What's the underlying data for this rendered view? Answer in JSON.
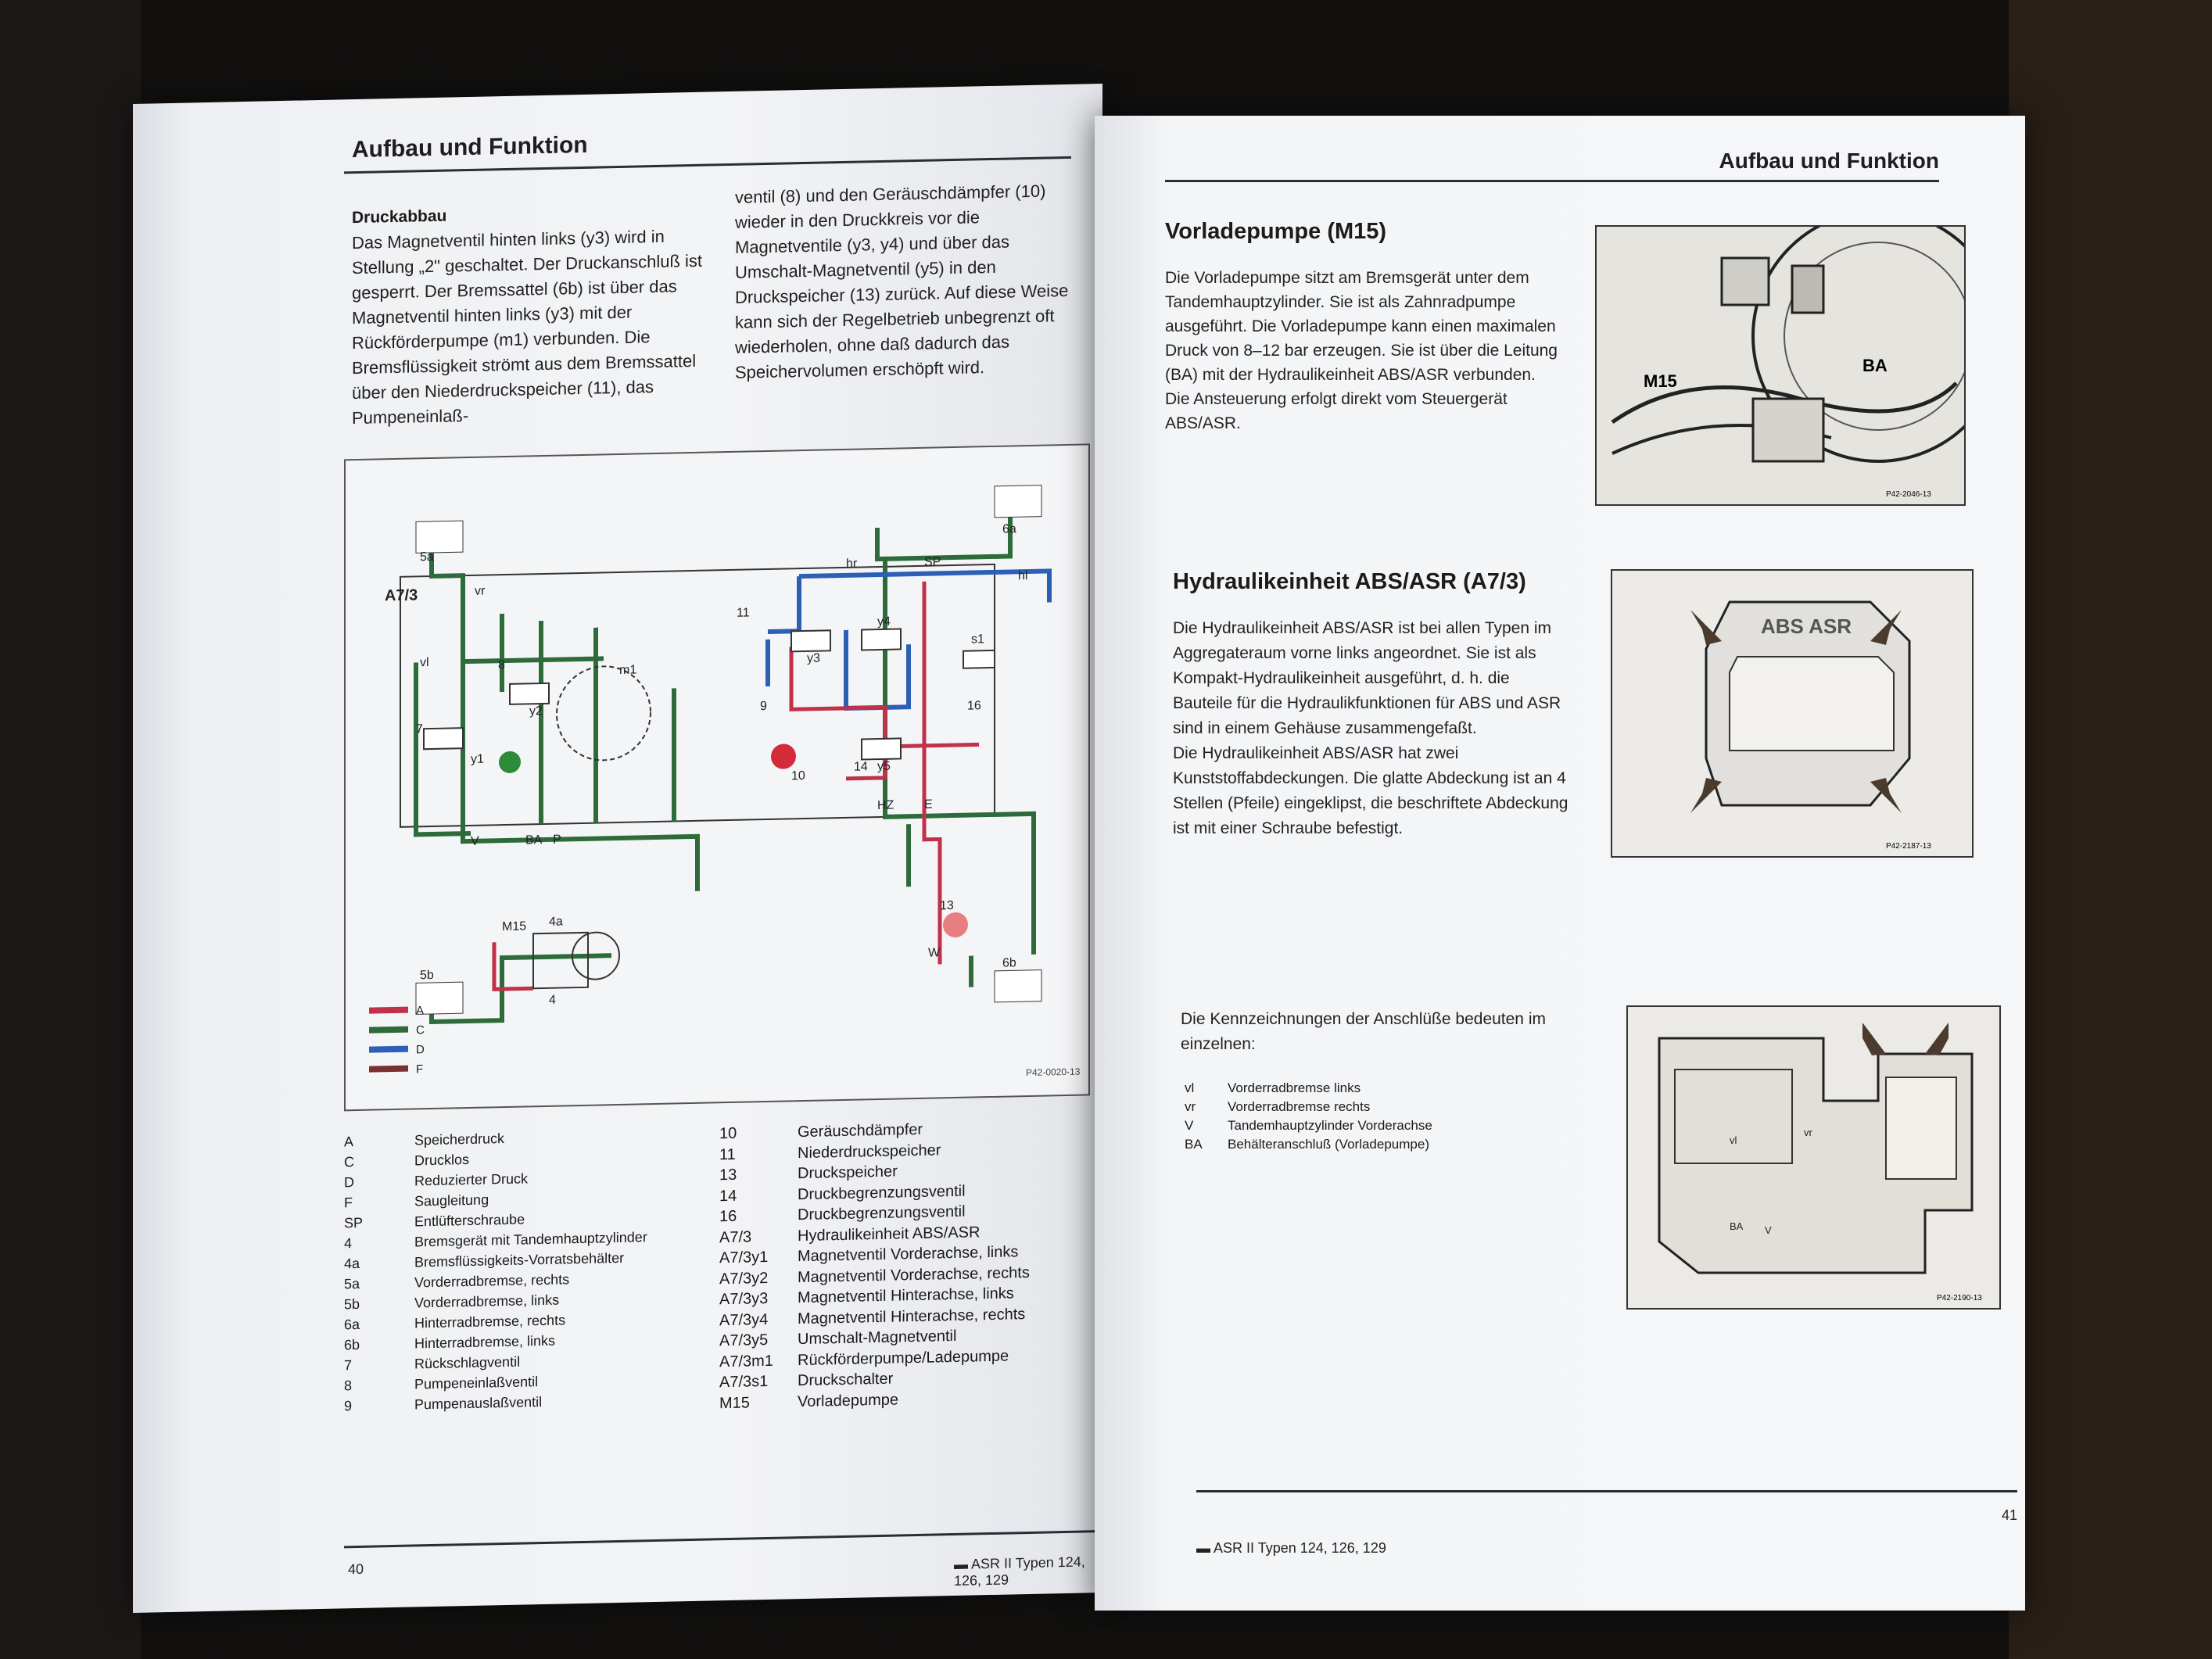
{
  "left_page": {
    "header": "Aufbau und Funktion",
    "section_title": "Druckabbau",
    "col1_text": "Das Magnetventil hinten links (y3) wird in Stellung „2\" geschaltet. Der Druckanschluß ist gesperrt. Der Bremssattel (6b) ist über das Magnetventil hinten links (y3) mit der Rückförderpumpe (m1) verbunden. Die Bremsflüssigkeit strömt aus dem Bremssattel über den Niederdruckspeicher (11), das Pumpeneinlaß-",
    "col2_text": "ventil (8) und den Geräuschdämpfer (10) wieder in den Druckkreis vor die Magnetventile (y3, y4) und über das Umschalt-Magnetventil (y5) in den Druckspeicher (13) zurück. Auf diese Weise kann sich der Regelbetrieb unbegrenzt oft wiederholen, ohne daß dadurch das Speichervolumen erschöpft wird.",
    "diagram": {
      "labels": [
        "5a",
        "6a",
        "A7/3",
        "vr",
        "hr",
        "SP",
        "hl",
        "vl",
        "y1",
        "y2",
        "y3",
        "y4",
        "y5",
        "m1",
        "s1",
        "7",
        "8",
        "9",
        "10",
        "11",
        "14",
        "16",
        "V",
        "BA",
        "P",
        "HZ",
        "E",
        "M15",
        "4a",
        "4",
        "5b",
        "6b",
        "13",
        "W"
      ],
      "ref_code": "P42-0020-13",
      "line_legend": [
        {
          "key": "A",
          "color": "#c0314a"
        },
        {
          "key": "C",
          "color": "#2e6b3a"
        },
        {
          "key": "D",
          "color": "#2c5fb5"
        },
        {
          "key": "F",
          "color": "#7a3030"
        }
      ]
    },
    "legend_col1": [
      {
        "k": "A",
        "v": "Speicherdruck"
      },
      {
        "k": "C",
        "v": "Drucklos"
      },
      {
        "k": "D",
        "v": "Reduzierter Druck"
      },
      {
        "k": "F",
        "v": "Saugleitung"
      },
      {
        "k": "SP",
        "v": "Entlüfterschraube"
      },
      {
        "k": "4",
        "v": "Bremsgerät mit Tandemhauptzylinder"
      },
      {
        "k": "4a",
        "v": "Bremsflüssigkeits-Vorratsbehälter"
      },
      {
        "k": "5a",
        "v": "Vorderradbremse, rechts"
      },
      {
        "k": "5b",
        "v": "Vorderradbremse, links"
      },
      {
        "k": "6a",
        "v": "Hinterradbremse, rechts"
      },
      {
        "k": "6b",
        "v": "Hinterradbremse, links"
      },
      {
        "k": "7",
        "v": "Rückschlagventil"
      },
      {
        "k": "8",
        "v": "Pumpeneinlaßventil"
      },
      {
        "k": "9",
        "v": "Pumpenauslaßventil"
      }
    ],
    "legend_col2": [
      {
        "k": "10",
        "v": "Geräuschdämpfer"
      },
      {
        "k": "11",
        "v": "Niederdruckspeicher"
      },
      {
        "k": "13",
        "v": "Druckspeicher"
      },
      {
        "k": "14",
        "v": "Druckbegrenzungsventil"
      },
      {
        "k": "16",
        "v": "Druckbegrenzungsventil"
      },
      {
        "k": "A7/3",
        "v": "Hydraulikeinheit ABS/ASR"
      },
      {
        "k": "A7/3y1",
        "v": "Magnetventil Vorderachse, links"
      },
      {
        "k": "A7/3y2",
        "v": "Magnetventil Vorderachse, rechts"
      },
      {
        "k": "A7/3y3",
        "v": "Magnetventil Hinterachse, links"
      },
      {
        "k": "A7/3y4",
        "v": "Magnetventil Hinterachse, rechts"
      },
      {
        "k": "A7/3y5",
        "v": "Umschalt-Magnetventil"
      },
      {
        "k": "A7/3m1",
        "v": "Rückförderpumpe/Ladepumpe"
      },
      {
        "k": "A7/3s1",
        "v": "Druckschalter"
      },
      {
        "k": "M15",
        "v": "Vorladepumpe"
      }
    ],
    "page_number": "40",
    "footer": "ASR II Typen 124, 126, 129"
  },
  "right_page": {
    "header": "Aufbau und Funktion",
    "sec1_title": "Vorladepumpe (M15)",
    "sec1_text": "Die Vorladepumpe sitzt am Bremsgerät unter dem Tandemhauptzylinder. Sie ist als Zahnradpumpe ausgeführt. Die Vorladepumpe kann einen maximalen Druck von 8–12 bar erzeugen. Sie ist über die Leitung (BA) mit der Hydraulikeinheit ABS/ASR verbunden. Die Ansteuerung erfolgt direkt vom Steuergerät ABS/ASR.",
    "photo1": {
      "label_m15": "M15",
      "label_ba": "BA",
      "ref": "P42-2046-13"
    },
    "sec2_title": "Hydraulikeinheit ABS/ASR (A7/3)",
    "sec2_text1": "Die Hydraulikeinheit ABS/ASR ist bei allen Typen im Aggregateraum vorne links angeordnet. Sie ist als Kompakt-Hydraulikeinheit ausgeführt, d. h. die Bauteile für die Hydraulikfunktionen für ABS und ASR sind in einem Gehäuse zusammengefaßt.",
    "sec2_text2": "Die Hydraulikeinheit ABS/ASR hat zwei Kunststoffabdeckungen. Die glatte Abdeckung ist an 4 Stellen (Pfeile) eingeklipst, die beschriftete Abdeckung ist mit einer Schraube befestigt.",
    "photo2": {
      "cover_text": "ABS ASR",
      "ref": "P42-2187-13"
    },
    "sec3_text": "Die Kennzeichnungen der Anschlüße bedeuten im einzelnen:",
    "connections": [
      {
        "k": "vl",
        "v": "Vorderradbremse links"
      },
      {
        "k": "vr",
        "v": "Vorderradbremse rechts"
      },
      {
        "k": "V",
        "v": "Tandemhauptzylinder Vorderachse"
      },
      {
        "k": "BA",
        "v": "Behälteranschluß (Vorladepumpe)"
      }
    ],
    "photo3": {
      "labels": [
        "vl",
        "vr",
        "BA",
        "V"
      ],
      "ref": "P42-2190-13"
    },
    "page_number": "41",
    "footer": "ASR II Typen 124, 126, 129"
  }
}
